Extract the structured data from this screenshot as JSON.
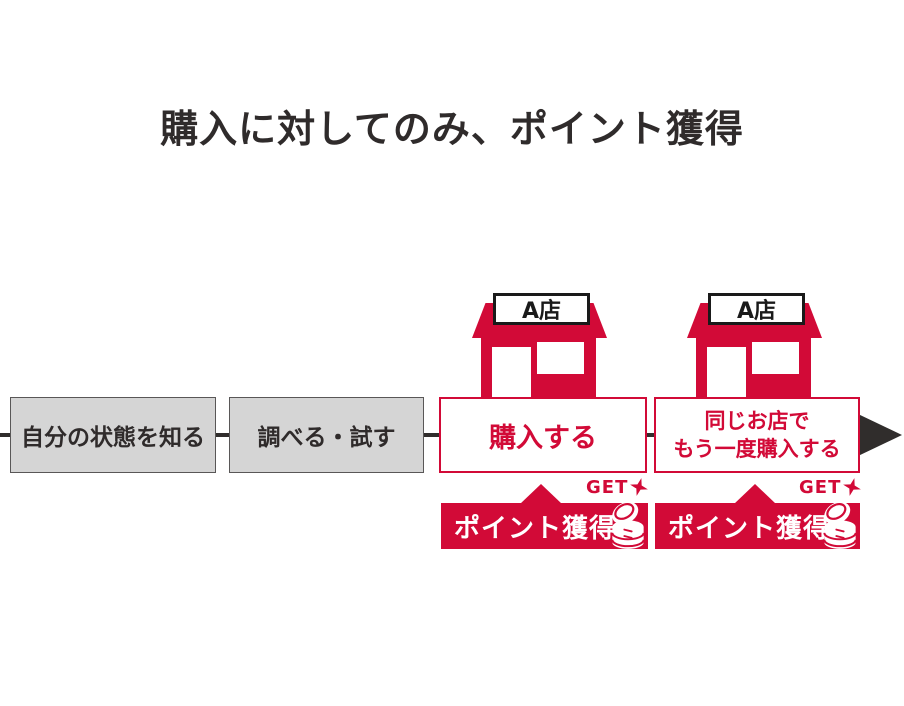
{
  "title": "購入に対してのみ、ポイント獲得",
  "colors": {
    "accent_red": "#d20a37",
    "dark_text": "#2f2b2b",
    "gray_box_fill": "#d5d5d5",
    "gray_box_border": "#595757",
    "white": "#ffffff"
  },
  "flow": {
    "direction": "left-to-right-arrow",
    "steps": [
      {
        "label": "自分の状態を知る",
        "style": "gray"
      },
      {
        "label": "調べる・試す",
        "style": "gray"
      },
      {
        "label": "購入する",
        "style": "red-outline"
      },
      {
        "label_line1": "同じお店で",
        "label_line2": "もう一度購入する",
        "style": "red-outline"
      }
    ]
  },
  "stores": [
    {
      "sign": "A店"
    },
    {
      "sign": "A店"
    }
  ],
  "badges": [
    {
      "label": "ポイント獲得",
      "get_label": "GET",
      "icon": "coin-stack-icon",
      "sparkle": "sparkle-icon"
    },
    {
      "label": "ポイント獲得",
      "get_label": "GET",
      "icon": "coin-stack-icon",
      "sparkle": "sparkle-icon"
    }
  ]
}
